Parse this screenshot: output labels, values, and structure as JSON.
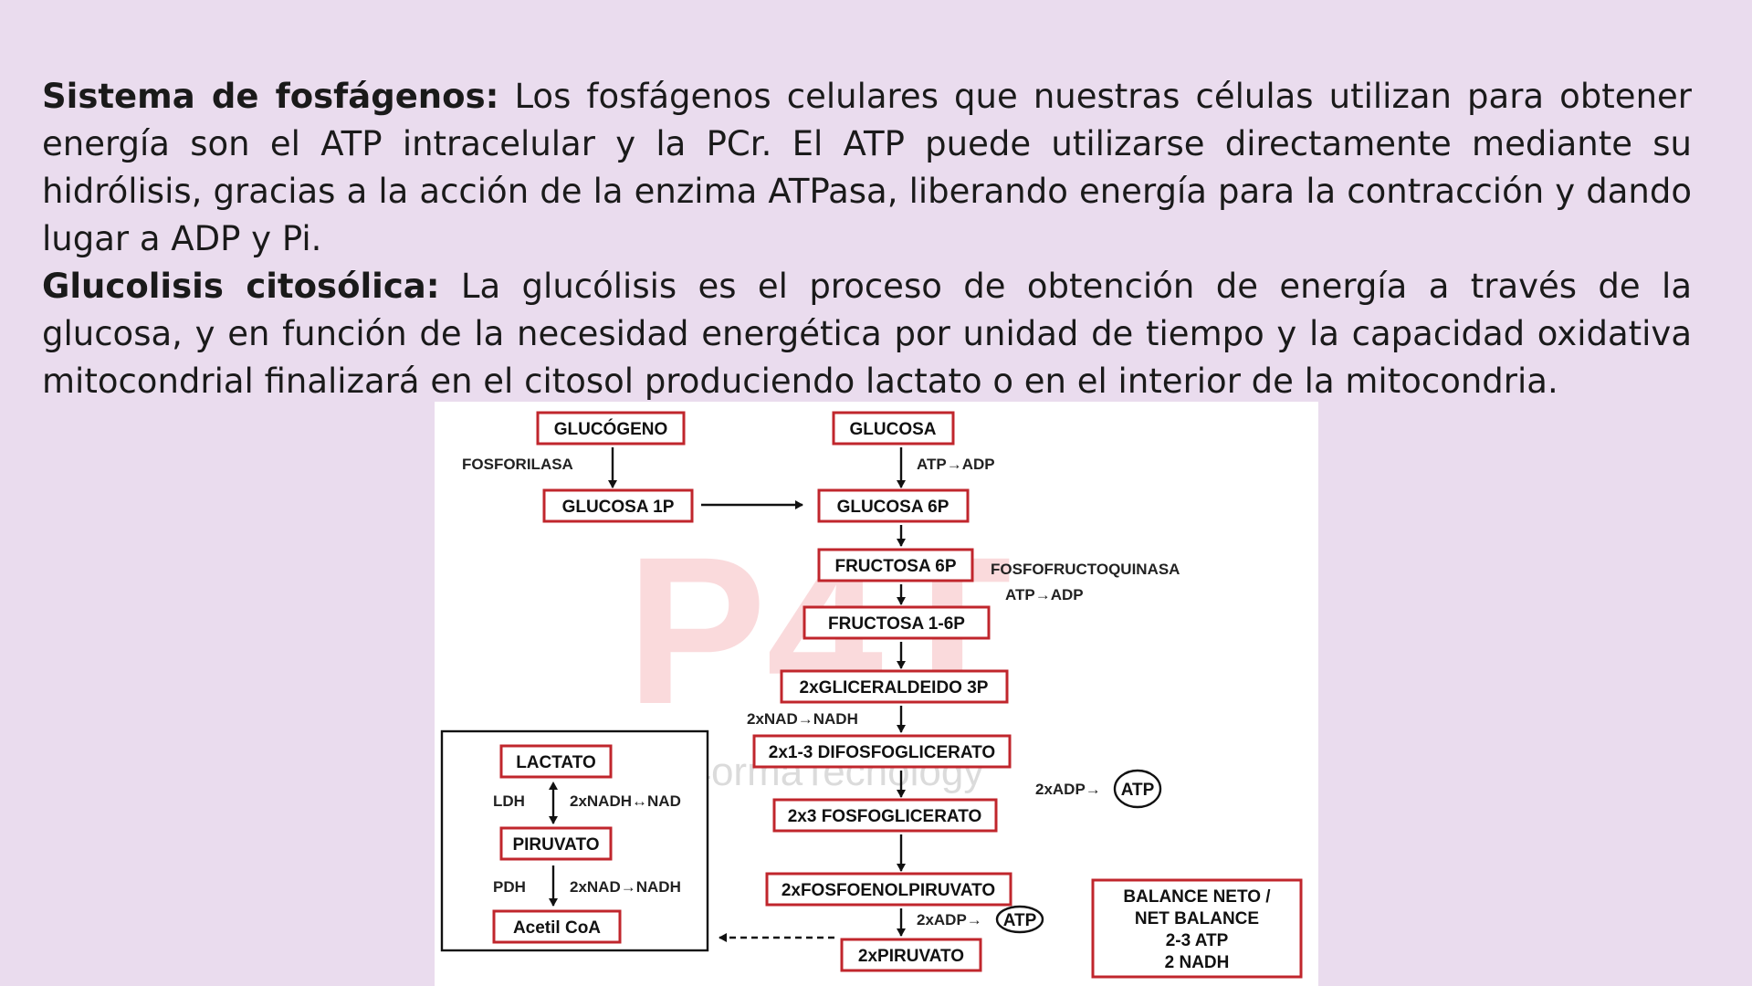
{
  "text": {
    "p1_bold": "Sistema de fosfágenos:",
    "p1_rest": " Los fosfágenos celulares que nuestras células utilizan para obtener energía son el ATP intracelular y la PCr. El ATP puede utilizarse directamente mediante su hidrólisis, gracias a la acción de la enzima ATPasa, liberando energía para la contracción y dando lugar a ADP y Pi.",
    "p2_bold": "Glucolisis citosólica:",
    "p2_rest": " La glucólisis es el proceso de obtención de energía a través de la glucosa, y en función de la necesidad energética por unidad de tiempo y la capacidad oxidativa mitocondrial finalizará en el citosol produciendo lactato o en el interior de la mitocondria."
  },
  "diagram": {
    "nodes": {
      "glucogeno": "GLUCÓGENO",
      "glucosa": "GLUCOSA",
      "glucosa1p": "GLUCOSA 1P",
      "glucosa6p": "GLUCOSA 6P",
      "fructosa6p": "FRUCTOSA 6P",
      "fructosa16p": "FRUCTOSA 1-6P",
      "gliceraldeido": "2xGLICERALDEIDO 3P",
      "difosfoglicerato": "2x1-3 DIFOSFOGLICERATO",
      "fosfoglicerato": "2x3 FOSFOGLICERATO",
      "fosfoenolpiruvato": "2xFOSFOENOLPIRUVATO",
      "piruvato2x": "2xPIRUVATO",
      "lactato": "LACTATO",
      "piruvato": "PIRUVATO",
      "acetilcoa": "Acetil CoA"
    },
    "labels": {
      "fosforilasa": "FOSFORILASA",
      "atp_adp_1": "ATP→ADP",
      "fosfofructoquinasa": "FOSFOFRUCTOQUINASA",
      "atp_adp_2": "ATP→ADP",
      "nad_nadh": "2xNAD→NADH",
      "adp_1": "2xADP→",
      "atp_1": "ATP",
      "adp_2": "2xADP→",
      "atp_2": "ATP",
      "ldh": "LDH",
      "nadh_nad": "2xNADH↔NAD",
      "pdh": "PDH",
      "nad_nadh_2": "2xNAD→NADH"
    },
    "balance": {
      "line1": "BALANCE NETO /",
      "line2": "NET BALANCE",
      "line3": "2-3 ATP",
      "line4": "2 NADH"
    },
    "watermark": {
      "logo": "P4T",
      "brand": "Per4ormaTecnology"
    }
  },
  "colors": {
    "background": "#eadcee",
    "box_border": "#c0262c",
    "watermark": "#e43a44"
  }
}
